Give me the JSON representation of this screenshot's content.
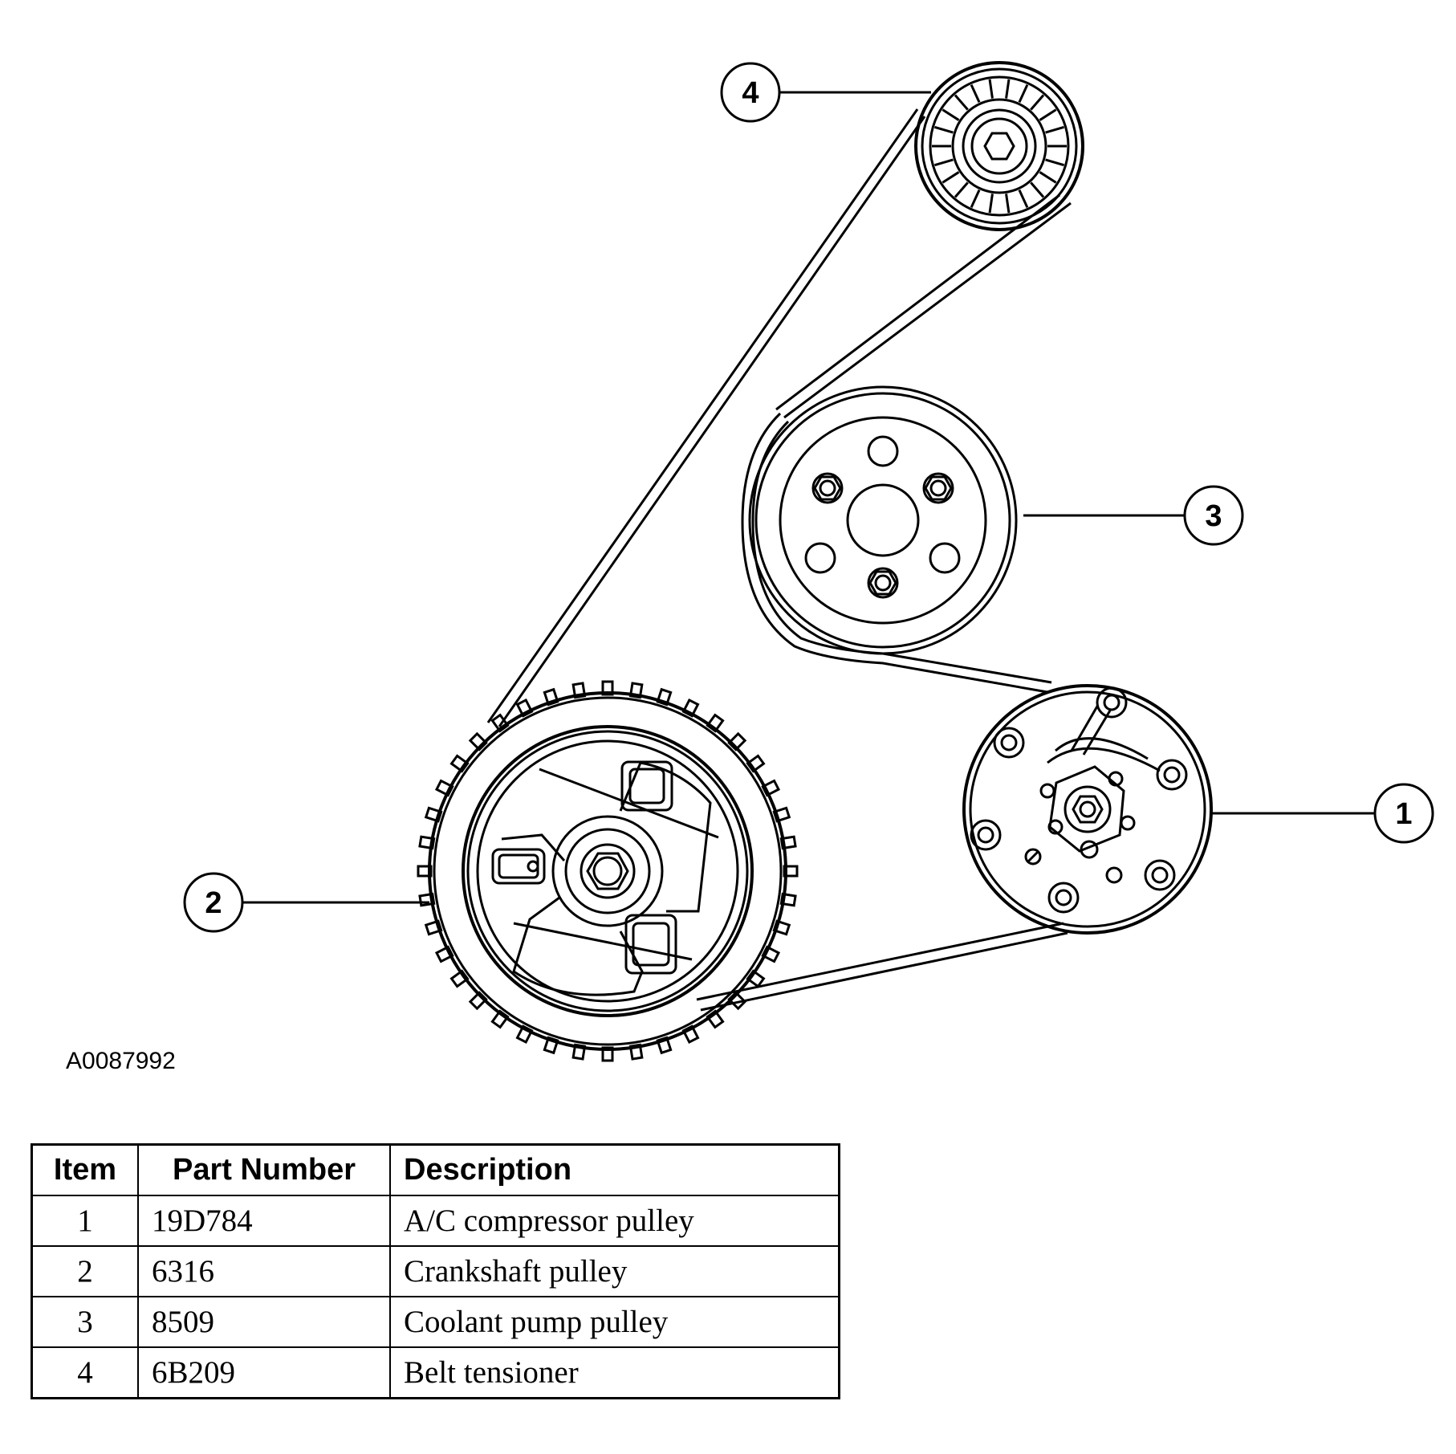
{
  "figure_id": "A0087992",
  "callouts": [
    "1",
    "2",
    "3",
    "4"
  ],
  "table": {
    "headers": [
      "Item",
      "Part Number",
      "Description"
    ],
    "rows": [
      [
        "1",
        "19D784",
        "A/C compressor pulley"
      ],
      [
        "2",
        "6316",
        "Crankshaft pulley"
      ],
      [
        "3",
        "8509",
        "Coolant pump pulley"
      ],
      [
        "4",
        "6B209",
        "Belt tensioner"
      ]
    ]
  }
}
